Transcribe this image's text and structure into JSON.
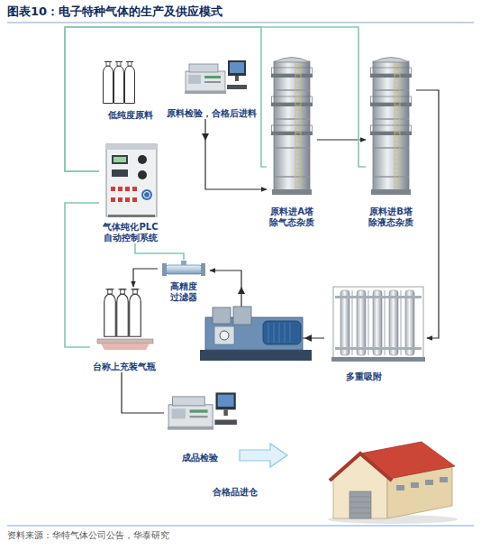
{
  "diagram": {
    "title": "图表10：电子特种气体的生产及供应模式",
    "caption": "资料来源：华特气体公司公告，华泰研究",
    "nodes": [
      {
        "text": [
          "低纯度原料"
        ]
      },
      {
        "text": [
          "原料检验，合格后进料"
        ]
      },
      {
        "text": [
          "原料进A塔 除气态杂质"
        ]
      },
      {
        "text": [
          "原料进B塔 除液态杂质"
        ]
      },
      {
        "text": [
          "气体纯化PLC 自动控制系统"
        ]
      },
      {
        "text": [
          "高精度 过滤器"
        ]
      },
      {
        "text": [
          "台称上充装气瓶"
        ]
      },
      {
        "text": [
          "多重吸附"
        ]
      },
      {
        "text": [
          "成品检验"
        ]
      }
    ],
    "edges": [
      {
        "from": 1,
        "to": 2,
        "arrow": "to"
      },
      {
        "from": 2,
        "to": 3,
        "arrow": "to"
      },
      {
        "from": 3,
        "to": 7,
        "arrow": "to"
      },
      {
        "from": 7,
        "to": 5,
        "arrow": "to"
      },
      {
        "from": 5,
        "to": 6,
        "arrow": "to"
      },
      {
        "from": 6,
        "to": 8,
        "arrow": "none"
      },
      {
        "from": 4,
        "to": 2,
        "arrow": "none"
      },
      {
        "from": 4,
        "to": 3,
        "arrow": "none"
      },
      {
        "from": 4,
        "to": 5,
        "arrow": "none"
      },
      {
        "from": 4,
        "to": 6,
        "arrow": "none"
      }
    ],
    "labels": [
      "合格品进仓"
    ]
  }
}
